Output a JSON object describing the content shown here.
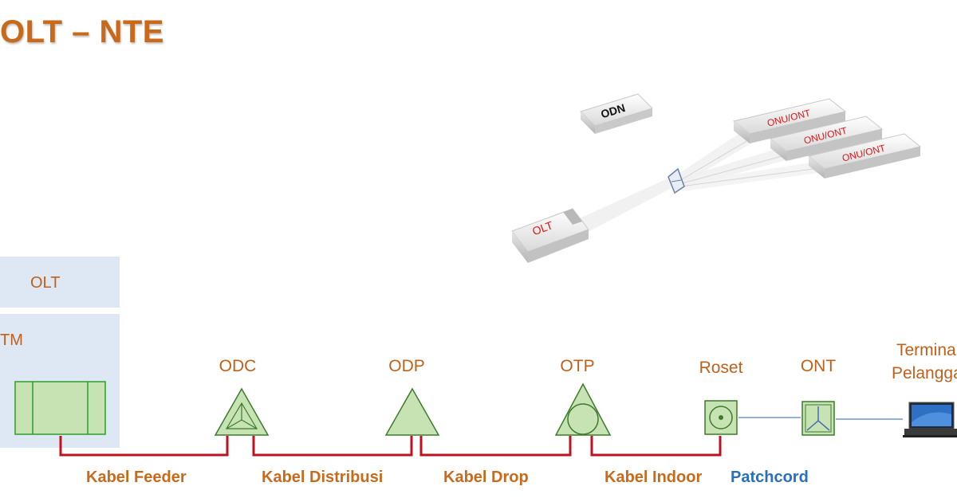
{
  "title": "OLT – NTE",
  "panels": {
    "olt_label": "OLT",
    "stm_label": "TM"
  },
  "nodes": {
    "odc": "ODC",
    "odp": "ODP",
    "otp": "OTP",
    "roset": "Roset",
    "ont": "ONT",
    "terminal_line1": "Termina",
    "terminal_line2": "Pelangga"
  },
  "cables": {
    "feeder": "Kabel Feeder",
    "distribusi": "Kabel Distribusi",
    "drop": "Kabel Drop",
    "indoor": "Kabel Indoor",
    "patchcord": "Patchcord"
  },
  "illustration": {
    "odn": "ODN",
    "olt": "OLT",
    "onu1": "ONU/ONT",
    "onu2": "ONU/ONT",
    "onu3": "ONU/ONT"
  },
  "colors": {
    "title": "#c96a1b",
    "label": "#c0601a",
    "cable": "#c0111f",
    "patchcord": "#2a6fb8",
    "node_fill": "#c7e3b3",
    "node_stroke": "#3e7a2c",
    "panel": "#dde8f4"
  }
}
